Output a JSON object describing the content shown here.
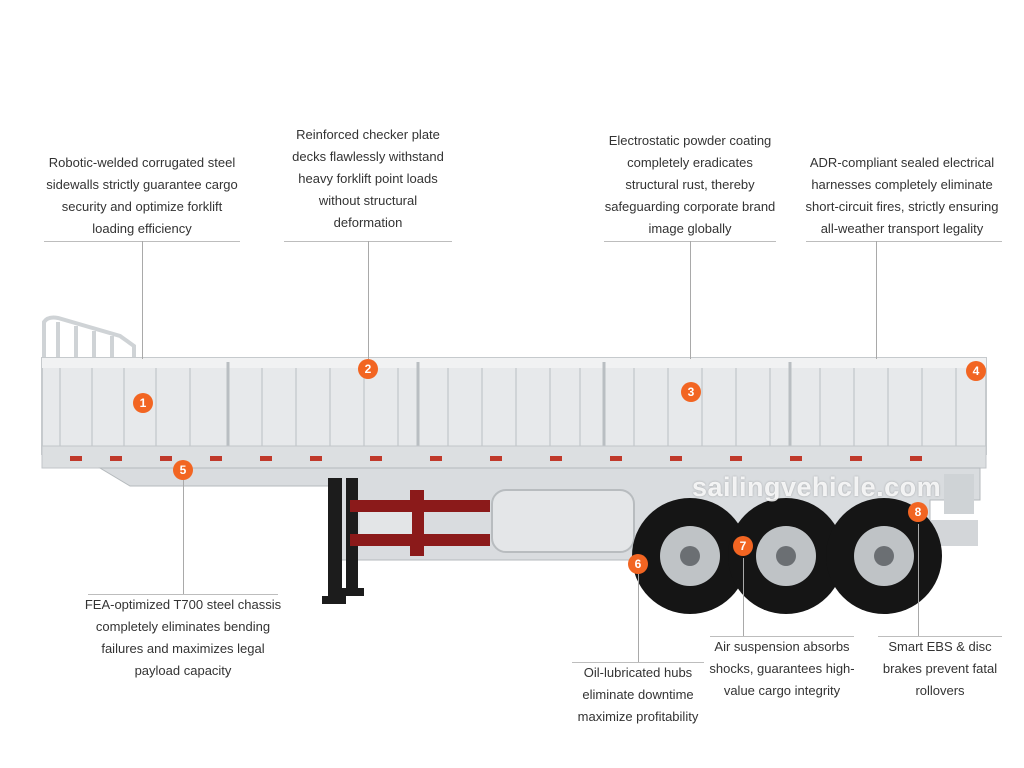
{
  "callouts": {
    "c1": "Robotic-welded corrugated steel sidewalls strictly guarantee cargo security and optimize forklift loading efficiency",
    "c2": "Reinforced checker plate decks flawlessly withstand heavy forklift point loads without structural deformation",
    "c3": "Electrostatic powder coating completely eradicates structural rust, thereby safeguarding corporate brand image globally",
    "c4": "ADR-compliant sealed electrical harnesses completely eliminate short-circuit fires, strictly ensuring all-weather transport legality",
    "c5": "FEA-optimized T700 steel chassis completely eliminates bending failures and maximizes legal payload capacity",
    "c6": "Oil-lubricated hubs eliminate downtime maximize profitability",
    "c7": "Air suspension absorbs shocks, guarantees high-value cargo integrity",
    "c8": "Smart EBS & disc brakes prevent fatal rollovers"
  },
  "markers": [
    "1",
    "2",
    "3",
    "4",
    "5",
    "6",
    "7",
    "8"
  ],
  "watermark": "sailingvehicle.com",
  "colors": {
    "marker": "#f26522",
    "trailer_body": "#e6e8ea",
    "chassis_red": "#8b1a1a",
    "tire": "#1a1a1a"
  }
}
